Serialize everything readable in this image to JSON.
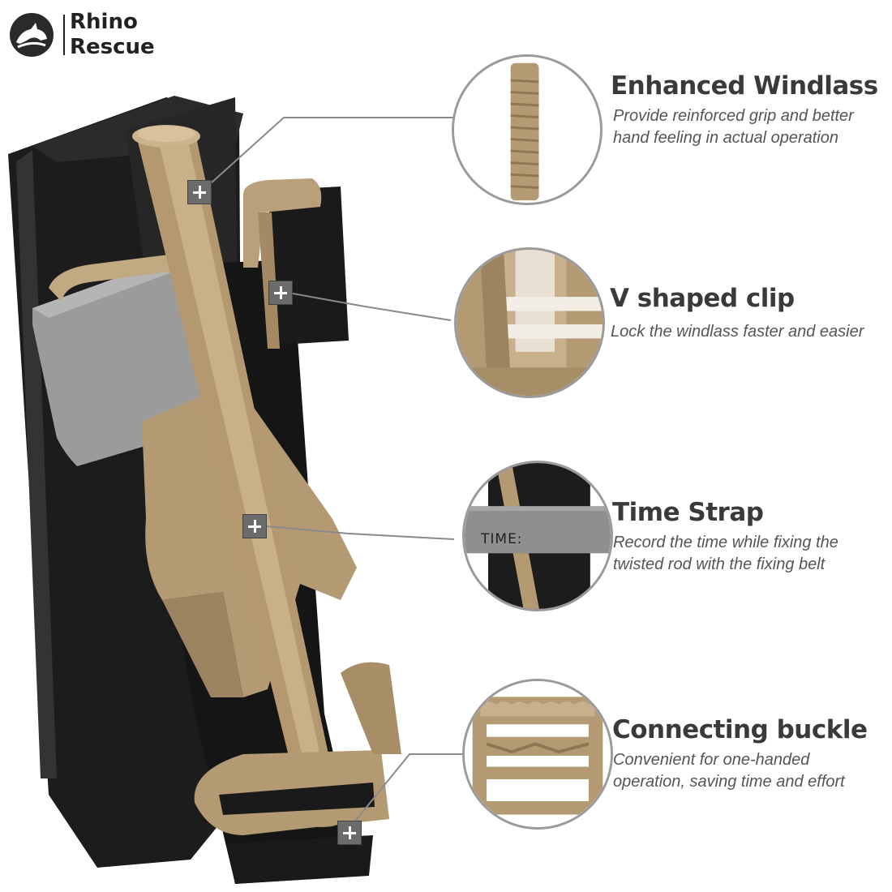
{
  "brand": {
    "line1": "Rhino",
    "line2": "Rescue"
  },
  "features": [
    {
      "title": "Enhanced Windlass",
      "desc_line1": "Provide reinforced grip and better",
      "desc_line2": "hand feeling in actual operation"
    },
    {
      "title": "V shaped clip",
      "desc_line1": "Lock the windlass faster and easier",
      "desc_line2": ""
    },
    {
      "title": "Time Strap",
      "desc_line1": "Record the time while fixing the",
      "desc_line2": "twisted rod with the fixing belt"
    },
    {
      "title": "Connecting buckle",
      "desc_line1": "Convenient for one-handed",
      "desc_line2": "operation, saving time and effort"
    }
  ],
  "time_strap_label": "TIME:",
  "colors": {
    "tan": "#b49a72",
    "strap": "#1f1f1f",
    "grey_strap": "#8f8f8f",
    "text": "#3a3a3a"
  }
}
